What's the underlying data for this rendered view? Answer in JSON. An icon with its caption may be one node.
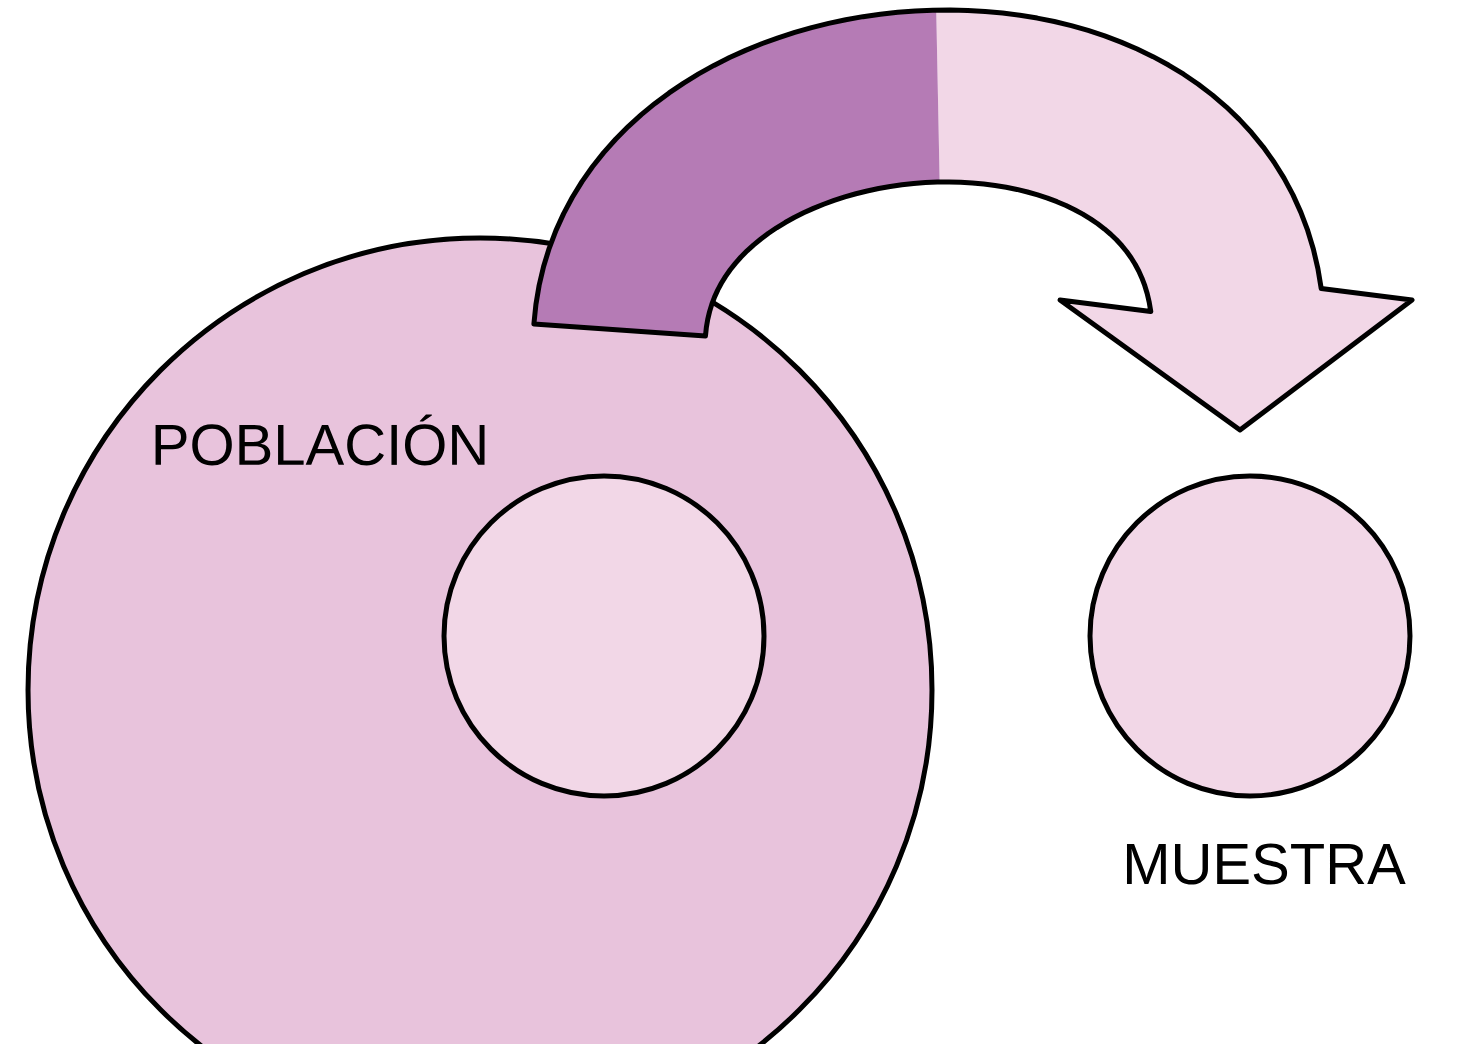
{
  "diagram": {
    "nodes": [
      {
        "text": [
          "POBLACIÓN"
        ]
      },
      {
        "text": [],
        "shape": "circle",
        "in": 0
      },
      {
        "text": [
          "MUESTRA"
        ]
      }
    ],
    "edges": [
      {
        "from": 0,
        "to": 2,
        "arrow": "to"
      }
    ]
  }
}
